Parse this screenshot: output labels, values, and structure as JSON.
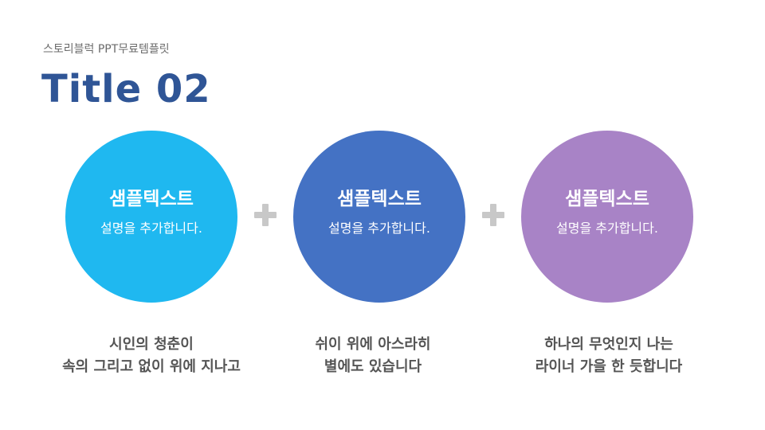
{
  "header": {
    "brand": "스토리블럭 PPT무료템플릿",
    "title": "Title 02"
  },
  "colors": {
    "title": "#2f5596",
    "circle_1": "#1fb8f0",
    "circle_2": "#4472c4",
    "circle_3": "#a883c6",
    "plus": "#c8c8c8",
    "caption": "#555555"
  },
  "items": [
    {
      "title": "샘플텍스트",
      "desc": "설명을 추가합니다.",
      "caption": [
        "시인의 청춘이",
        "속의 그리고 없이 위에 지나고"
      ]
    },
    {
      "title": "샘플텍스트",
      "desc": "설명을 추가합니다.",
      "caption": [
        "쉬이 위에 아스라히",
        "별에도 있습니다"
      ]
    },
    {
      "title": "샘플텍스트",
      "desc": "설명을 추가합니다.",
      "caption": [
        "하나의 무엇인지 나는",
        "라이너 가을 한 듯합니다"
      ]
    }
  ],
  "icons": {
    "separator": "plus-icon"
  }
}
